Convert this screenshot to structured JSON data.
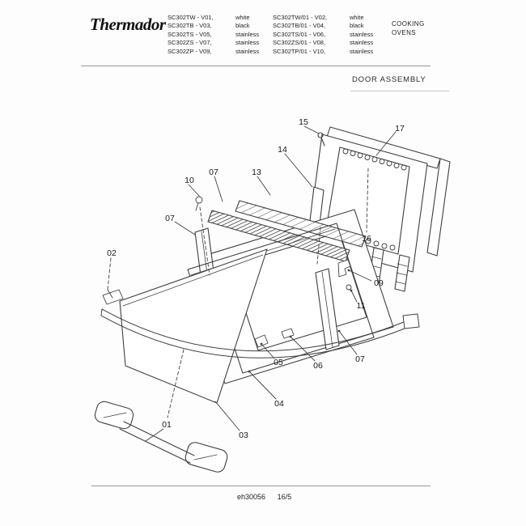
{
  "header": {
    "brand": "Thermador",
    "models_col1": [
      {
        "model": "SC302TW - V01,",
        "finish": "white"
      },
      {
        "model": "SC302TB - V03,",
        "finish": "black"
      },
      {
        "model": "SC302TS - V05,",
        "finish": "stainless"
      },
      {
        "model": "SC302ZS - V07,",
        "finish": "stainless"
      },
      {
        "model": "SC302ZP - V09,",
        "finish": "stainless"
      }
    ],
    "models_col2": [
      {
        "model": "SC302TW/01 - V02,",
        "finish": "white"
      },
      {
        "model": "SC302TB/01 - V04,",
        "finish": "black"
      },
      {
        "model": "SC302TS/01 - V06,",
        "finish": "stainless"
      },
      {
        "model": "SC302ZS/01 - V08,",
        "finish": "stainless"
      },
      {
        "model": "SC302TP/01 - V10,",
        "finish": "stainless"
      }
    ],
    "category_line1": "COOKING",
    "category_line2": "OVENS"
  },
  "section": {
    "title": "DOOR ASSEMBLY"
  },
  "diagram": {
    "callouts": [
      {
        "label": "01"
      },
      {
        "label": "02"
      },
      {
        "label": "03"
      },
      {
        "label": "04"
      },
      {
        "label": "05"
      },
      {
        "label": "06"
      },
      {
        "label": "07"
      },
      {
        "label": "07"
      },
      {
        "label": "07"
      },
      {
        "label": "09"
      },
      {
        "label": "10"
      },
      {
        "label": "11"
      },
      {
        "label": "13"
      },
      {
        "label": "14"
      },
      {
        "label": "15"
      },
      {
        "label": "16"
      },
      {
        "label": "17"
      }
    ],
    "line_color": "#3f3f3f"
  },
  "footer": {
    "doc_id": "eh30056",
    "page": "16/5"
  }
}
